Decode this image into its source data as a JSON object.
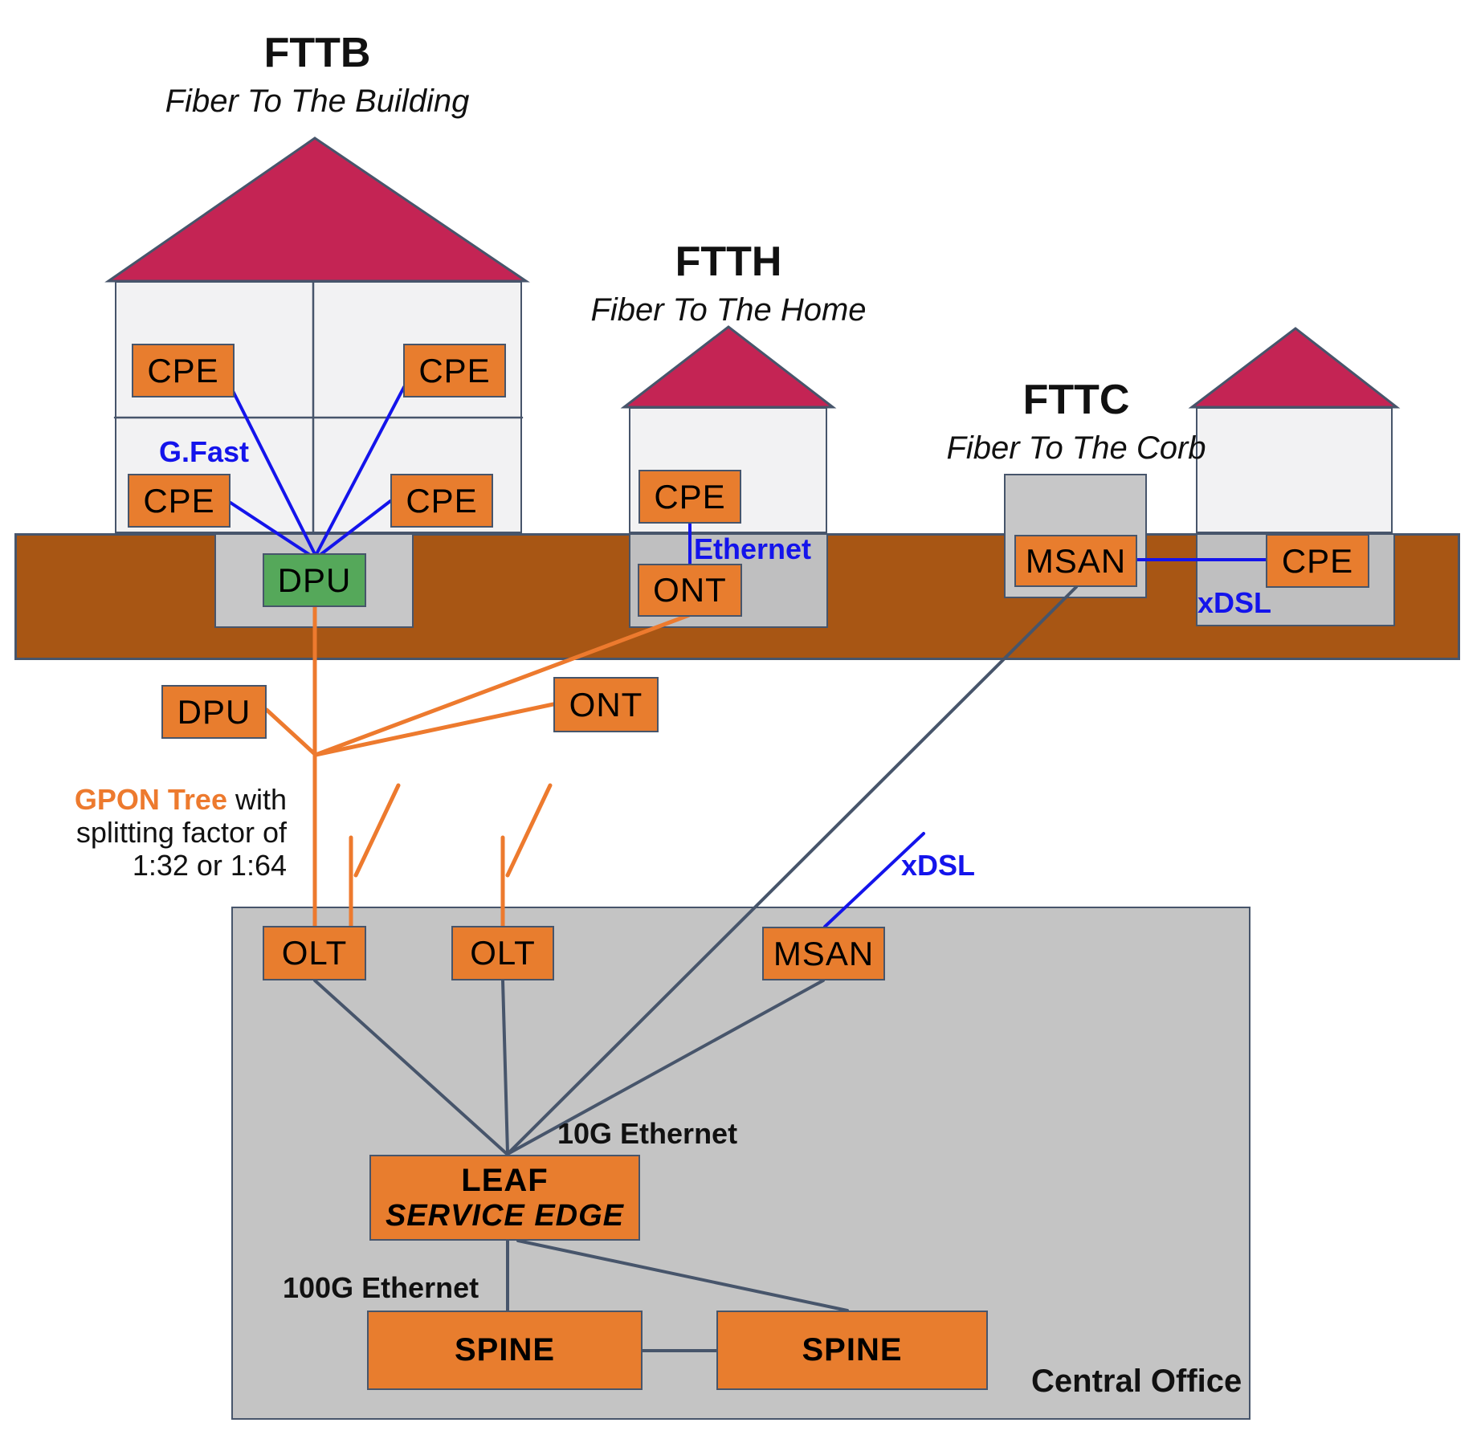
{
  "colors": {
    "orange": "#E87D2E",
    "orange-line": "#ED7A2E",
    "green": "#55A85A",
    "crimson": "#C42454",
    "brown": "#A85614",
    "slate": "#47556B",
    "blue": "#1414EB",
    "house": "#F2F2F3",
    "gray-co": "#C4C4C4",
    "gray-cab": "#C7C7C8",
    "gray-base": "#BFBFC0"
  },
  "fttb": {
    "title": "FTTB",
    "subtitle": "Fiber To The Building",
    "cpe_labels": [
      "CPE",
      "CPE",
      "CPE",
      "CPE"
    ],
    "dpu_label": "DPU",
    "gfast_label": "G.Fast"
  },
  "ftth": {
    "title": "FTTH",
    "subtitle": "Fiber To The Home",
    "cpe_label": "CPE",
    "ont_label": "ONT",
    "ethernet_label": "Ethernet"
  },
  "fttc": {
    "title": "FTTC",
    "subtitle": "Fiber To The Corb",
    "msan_label": "MSAN",
    "cpe_label": "CPE",
    "xdsl_label": "xDSL"
  },
  "distribution": {
    "dpu_label": "DPU",
    "ont_label": "ONT",
    "gpon_highlight": "GPON Tree",
    "gpon_line1_rest": " with",
    "gpon_line2": "splitting factor of",
    "gpon_line3": "1:32 or 1:64"
  },
  "central_office": {
    "label": "Central Office",
    "olt_labels": [
      "OLT",
      "OLT"
    ],
    "msan_label": "MSAN",
    "xdsl_label": "xDSL",
    "leaf_label": "LEAF",
    "leaf_sublabel": "SERVICE EDGE",
    "spine_labels": [
      "SPINE",
      "SPINE"
    ],
    "link_10g_label": "10G Ethernet",
    "link_100g_label": "100G Ethernet"
  }
}
